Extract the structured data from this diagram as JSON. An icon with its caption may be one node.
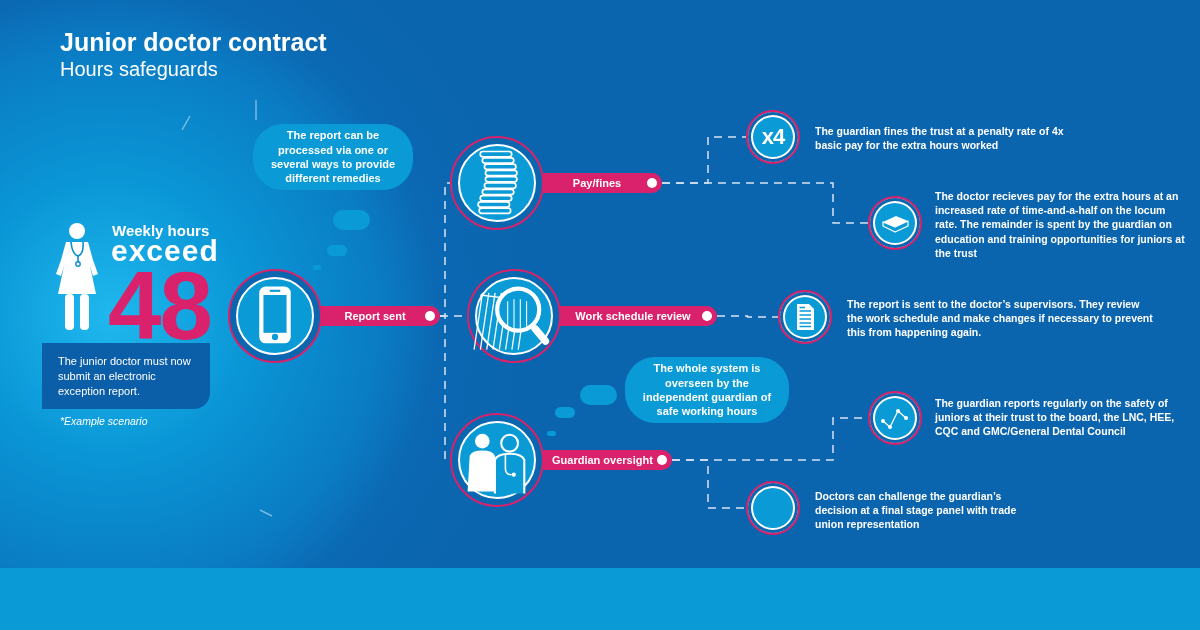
{
  "diagram": {
    "title": "Junior doctor contract",
    "nodes": [
      {
        "text": [
          "The junior doctor must now submit an electronic exception report."
        ]
      },
      {
        "text": [
          "The report can be processed via one or several ways to provide different remedies"
        ]
      },
      {
        "text": [
          "Report sent"
        ]
      },
      {
        "text": [
          "Pay/fines"
        ]
      },
      {
        "text": [
          "x4"
        ],
        "beside": [
          "The guardian fines the trust at a penalty rate of 4x basic pay for the extra hours worked"
        ]
      },
      {
        "text": [],
        "shape": "circle",
        "beside": [
          "The doctor recieves pay for the extra hours at an increased rate of time-and-a-half on the locum rate. The remainder is spent by the guardian on education and training opportunities for juniors at the trust"
        ]
      },
      {
        "text": [
          "Work schedule review"
        ]
      },
      {
        "text": [],
        "shape": "circle",
        "beside": [
          "The report is sent to the doctor’s supervisors. They review the work schedule and make changes if necessary to prevent this from happening again."
        ]
      },
      {
        "text": [
          "The whole system is overseen by the independent guardian of safe working hours"
        ]
      },
      {
        "text": [
          "Guardian oversight"
        ]
      },
      {
        "text": [],
        "shape": "circle",
        "beside": [
          "The guardian reports regularly on the safety of juniors at their trust to the board, the LNC, HEE, CQC and GMC/General Dental Council"
        ]
      },
      {
        "text": [],
        "shape": "circle",
        "beside": [
          "Doctors can challenge the guardian’s decision at a final stage panel with trade union representation"
        ]
      }
    ],
    "edges": [
      {
        "from": 2,
        "to": 3,
        "arrow": "none",
        "style": "dashed"
      },
      {
        "from": 2,
        "to": 6,
        "arrow": "none",
        "style": "dashed"
      },
      {
        "from": 2,
        "to": 9,
        "arrow": "none",
        "style": "dashed"
      },
      {
        "from": 3,
        "to": 4,
        "arrow": "none",
        "style": "dashed"
      },
      {
        "from": 3,
        "to": 5,
        "arrow": "none",
        "style": "dashed"
      },
      {
        "from": 6,
        "to": 7,
        "arrow": "none",
        "style": "dashed"
      },
      {
        "from": 9,
        "to": 10,
        "arrow": "none",
        "style": "dashed"
      },
      {
        "from": 9,
        "to": 11,
        "arrow": "none",
        "style": "dashed"
      }
    ],
    "labels": [
      "Hours safeguards",
      "Weekly hours",
      "exceed",
      "48",
      "*Example scenario"
    ]
  }
}
